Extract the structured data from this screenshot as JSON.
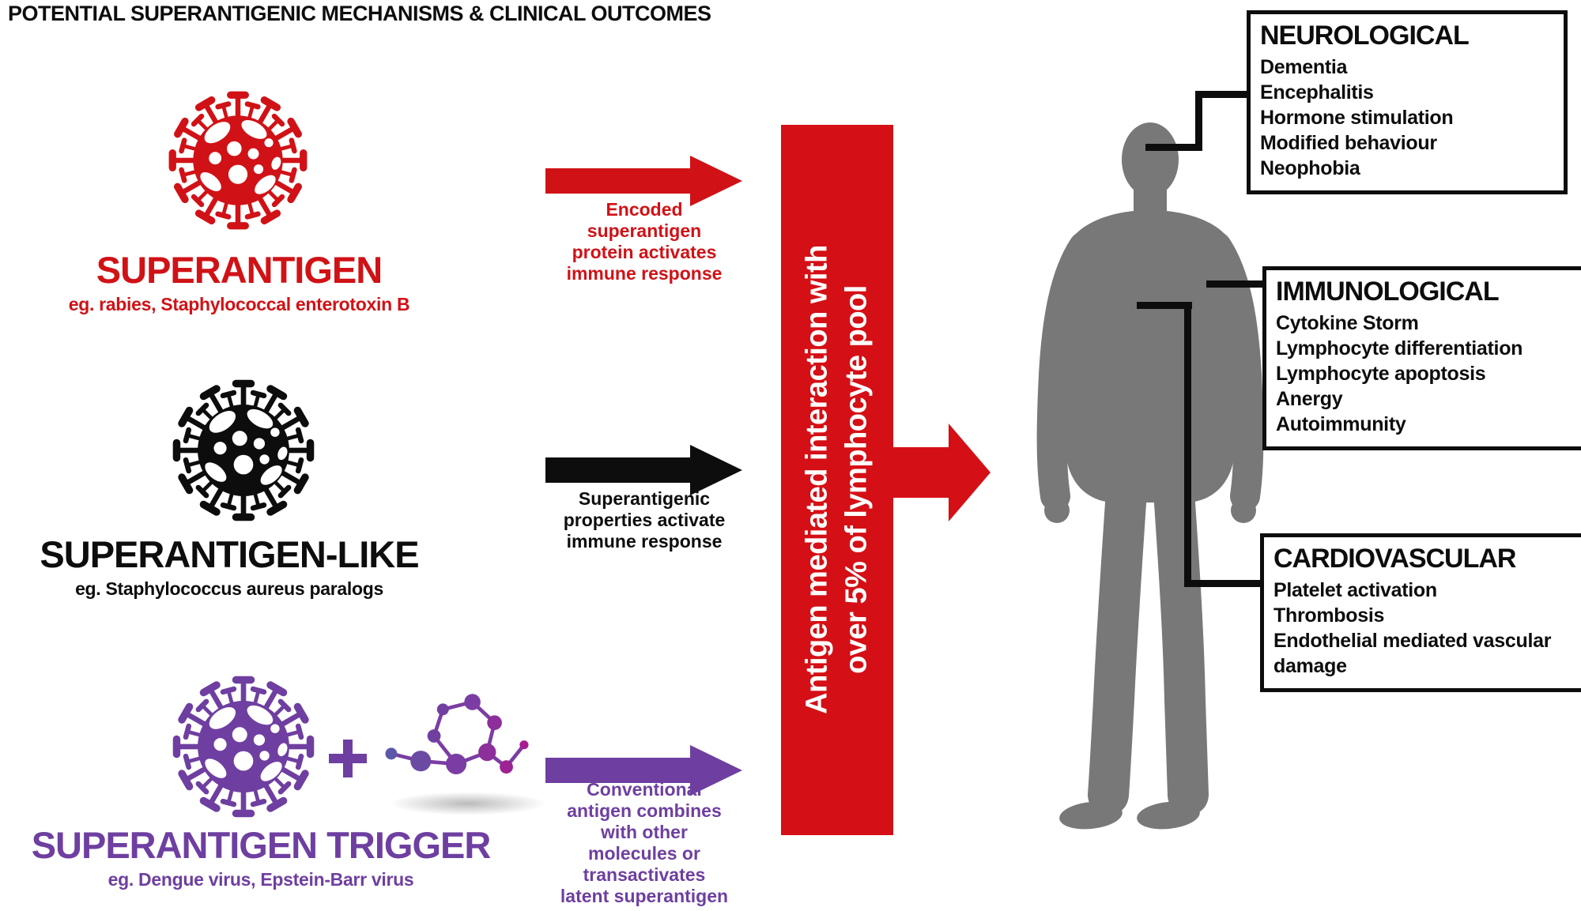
{
  "title": "POTENTIAL SUPERANTIGENIC MECHANISMS & CLINICAL OUTCOMES",
  "mechanisms": [
    {
      "name": "SUPERANTIGEN",
      "examples": "eg. rabies,  Staphylococcal enterotoxin B",
      "caption_lines": [
        "Encoded",
        "superantigen",
        "protein activates",
        "immune response"
      ],
      "color": "#d01217"
    },
    {
      "name": "SUPERANTIGEN-LIKE",
      "examples": "eg. Staphylococcus aureus paralogs",
      "caption_lines": [
        "Superantigenic",
        "properties activate",
        "immune response"
      ],
      "color": "#0d0d0d"
    },
    {
      "name": "SUPERANTIGEN TRIGGER",
      "examples": "eg. Dengue virus, Epstein-Barr virus",
      "caption_lines": [
        "Conventional",
        "antigen combines",
        "with other",
        "molecules or",
        "transactivates",
        "latent superantigen"
      ],
      "color": "#6e3fa0"
    }
  ],
  "plus_glyph": "+",
  "banner": {
    "lines": [
      "Antigen mediated interaction with",
      "over 5% of lymphocyte pool"
    ],
    "background": "#d41016",
    "text_color": "#ffffff"
  },
  "outcomes": [
    {
      "category": "NEUROLOGICAL",
      "items": [
        "Dementia",
        "Encephalitis",
        "Hormone stimulation",
        "Modified behaviour",
        "Neophobia"
      ]
    },
    {
      "category": "IMMUNOLOGICAL",
      "items": [
        "Cytokine Storm",
        "Lymphocyte differentiation",
        "Lymphocyte apoptosis",
        "Anergy",
        "Autoimmunity"
      ]
    },
    {
      "category": "CARDIOVASCULAR",
      "items": [
        "Platelet activation",
        "Thrombosis",
        "Endothelial mediated vascular damage"
      ]
    }
  ],
  "icons": {
    "virus": "coronavirus-virion-icon",
    "molecule": "antigen-molecule-icon",
    "plus": "plus-icon",
    "human": "human-body-silhouette",
    "arrow": "right-arrow-icon"
  },
  "colors": {
    "red": "#d01217",
    "black": "#0d0d0d",
    "purple": "#6e3fa0",
    "body_gray": "#787878",
    "molecule_stroke": "#7b3da3"
  }
}
